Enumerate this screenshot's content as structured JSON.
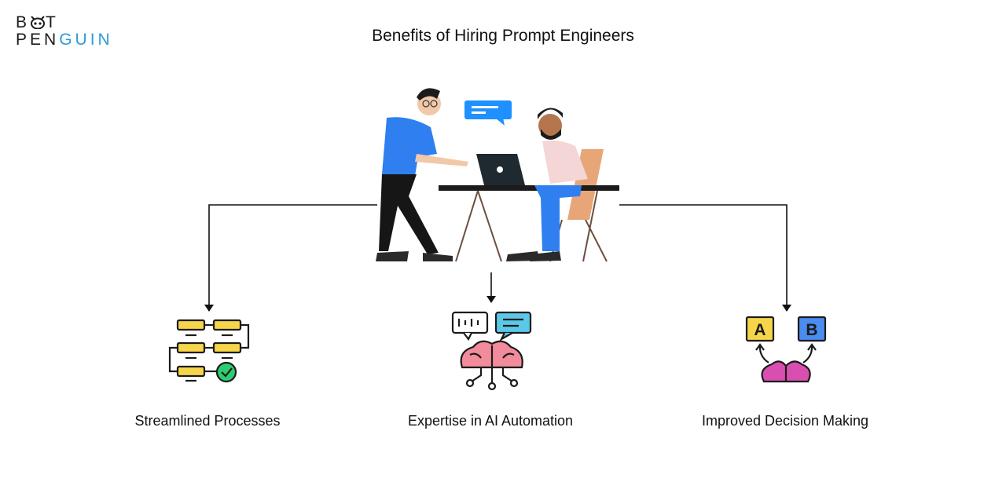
{
  "logo": {
    "line1_a": "B",
    "line1_b": "T",
    "line2_a": "PEN",
    "line2_b": "GUIN",
    "accent_color": "#2d9cdb"
  },
  "title": "Benefits of Hiring Prompt Engineers",
  "benefits": [
    {
      "label": "Streamlined Processes",
      "icon": "workflow-checklist-icon"
    },
    {
      "label": "Expertise in AI Automation",
      "icon": "ai-brain-chat-icon"
    },
    {
      "label": "Improved Decision Making",
      "icon": "brain-ab-choice-icon"
    }
  ],
  "choice_icon": {
    "a": "A",
    "b": "B"
  },
  "colors": {
    "shirt_blue": "#2f7ff0",
    "speech_blue": "#1e90ff",
    "brain_pink": "#f28b9b",
    "yellow": "#f7d54a",
    "green": "#2ecc71",
    "magenta": "#d94fb0"
  }
}
